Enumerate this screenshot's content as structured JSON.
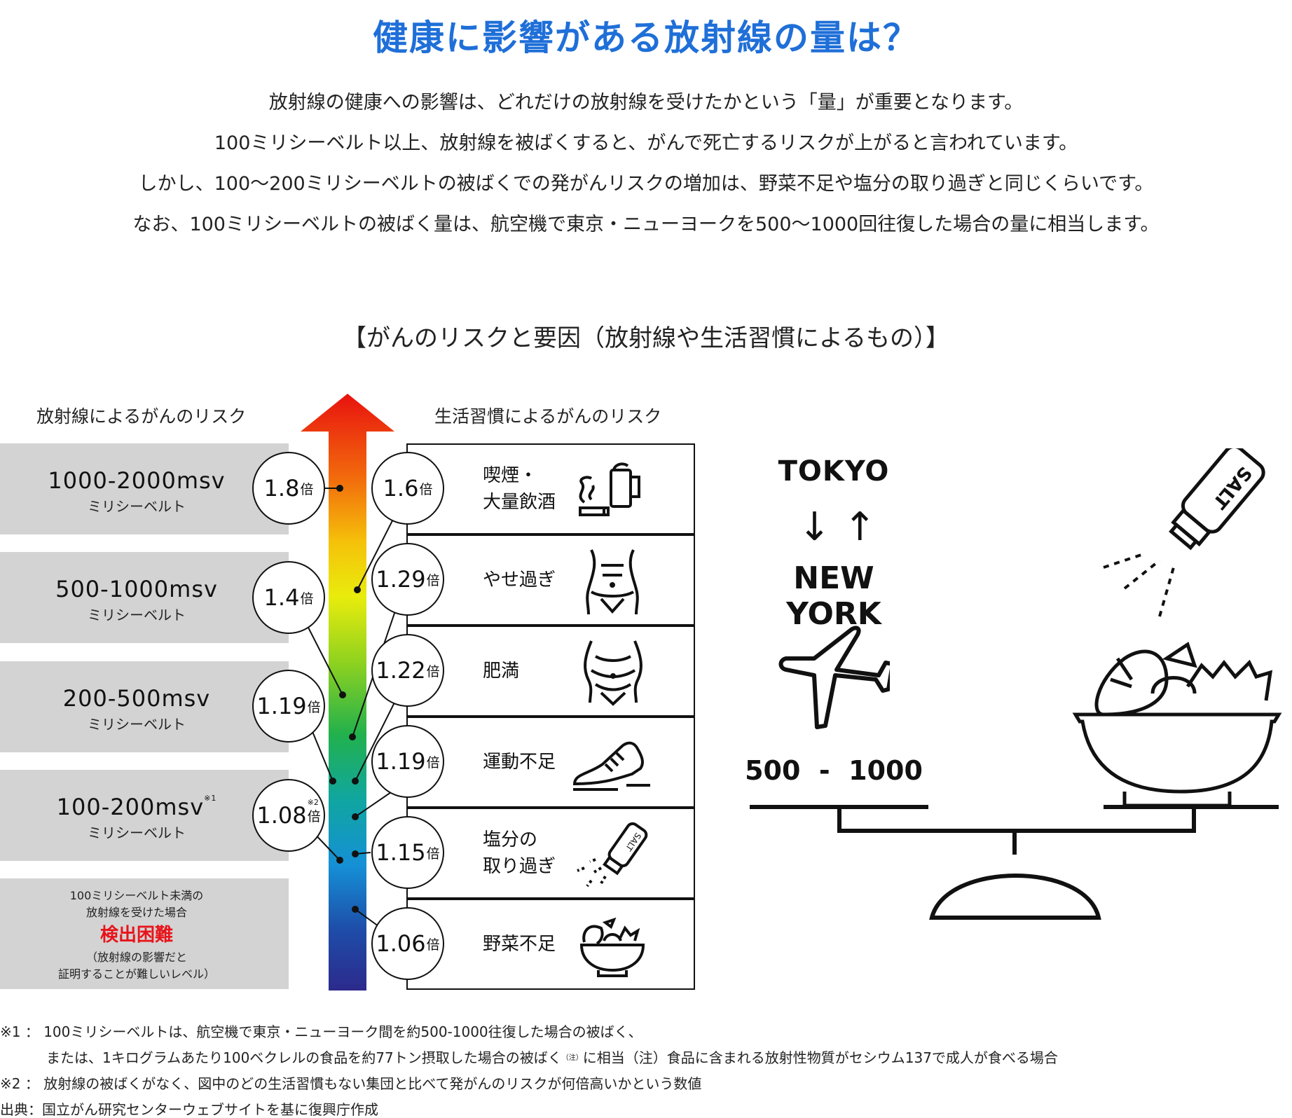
{
  "title": "健康に影響がある放射線の量は？",
  "intro": [
    "放射線の健康への影響は、どれだけの放射線を受けたかという「量」が重要となります。",
    "100ミリシーベルト以上、放射線を被ばくすると、がんで死亡するリスクが上がると言われています。",
    "しかし、100〜200ミリシーベルトの被ばくでの発がんリスクの増加は、野菜不足や塩分の取り過ぎと同じくらいです。",
    "なお、100ミリシーベルトの被ばく量は、航空機で東京・ニューヨークを500〜1000回往復した場合の量に相当します。"
  ],
  "subtitle": "【がんのリスクと要因（放射線や生活習慣によるもの）】",
  "radiation_header": "放射線によるがんのリスク",
  "lifestyle_header": "生活習慣によるがんのリスク",
  "radiation": [
    {
      "range": "1000-2000msv",
      "unit": "ミリシーベルト",
      "value": "1.8",
      "suffix": "倍"
    },
    {
      "range": "500-1000msv",
      "unit": "ミリシーベルト",
      "value": "1.4",
      "suffix": "倍"
    },
    {
      "range": "200-500msv",
      "unit": "ミリシーベルト",
      "value": "1.19",
      "suffix": "倍"
    },
    {
      "range": "100-200msv",
      "range_note": "※1",
      "unit": "ミリシーベルト",
      "value": "1.08",
      "value_note": "※2",
      "suffix": "倍"
    }
  ],
  "low_dose": {
    "line1": "100ミリシーベルト未満の",
    "line2": "放射線を受けた場合",
    "highlight": "検出困難",
    "line3": "（放射線の影響だと",
    "line4": "証明することが難しいレベル）"
  },
  "lifestyle": [
    {
      "label1": "喫煙・",
      "label2": "大量飲酒",
      "value": "1.6",
      "suffix": "倍",
      "icon": "smoking-drinking-icon"
    },
    {
      "label1": "やせ過ぎ",
      "label2": "",
      "value": "1.29",
      "suffix": "倍",
      "icon": "thin-body-icon"
    },
    {
      "label1": "肥満",
      "label2": "",
      "value": "1.22",
      "suffix": "倍",
      "icon": "obese-body-icon"
    },
    {
      "label1": "運動不足",
      "label2": "",
      "value": "1.19",
      "suffix": "倍",
      "icon": "sneaker-icon"
    },
    {
      "label1": "塩分の",
      "label2": "取り過ぎ",
      "value": "1.15",
      "suffix": "倍",
      "icon": "salt-shaker-icon"
    },
    {
      "label1": "野菜不足",
      "label2": "",
      "value": "1.06",
      "suffix": "倍",
      "icon": "salad-bowl-icon"
    }
  ],
  "gradient_colors": [
    "#e8120f",
    "#f26a0c",
    "#f5c20a",
    "#e9ec0c",
    "#8fd21f",
    "#22b14c",
    "#10a6a0",
    "#1590d6",
    "#1e4ca8",
    "#2c2a8c"
  ],
  "illustration": {
    "from": "TOKYO",
    "arrows": "↓ ↑",
    "to": "NEW YORK",
    "count_low": "500",
    "count_dash": "-",
    "count_high": "1000",
    "salt_label": "SALT",
    "icons": [
      "airplane-icon",
      "salt-shaker-icon",
      "salad-bowl-icon",
      "balance-scale-icon"
    ]
  },
  "footnotes": [
    "※1 ： 100ミリシーベルトは、航空機で東京・ニューヨーク間を約500-1000往復した場合の被ばく、",
    "または、1キログラムあたり100ベクレルの食品を約77トン摂取した場合の被ばく",
    "（注）",
    "に相当（注）食品に含まれる放射性物質がセシウム137で成人が食べる場合",
    "※2 ： 放射線の被ばくがなく、図中のどの生活習慣もない集団と比べて発がんのリスクが何倍高いかという数値",
    "出典：国立がん研究センターウェブサイトを基に復興庁作成"
  ]
}
